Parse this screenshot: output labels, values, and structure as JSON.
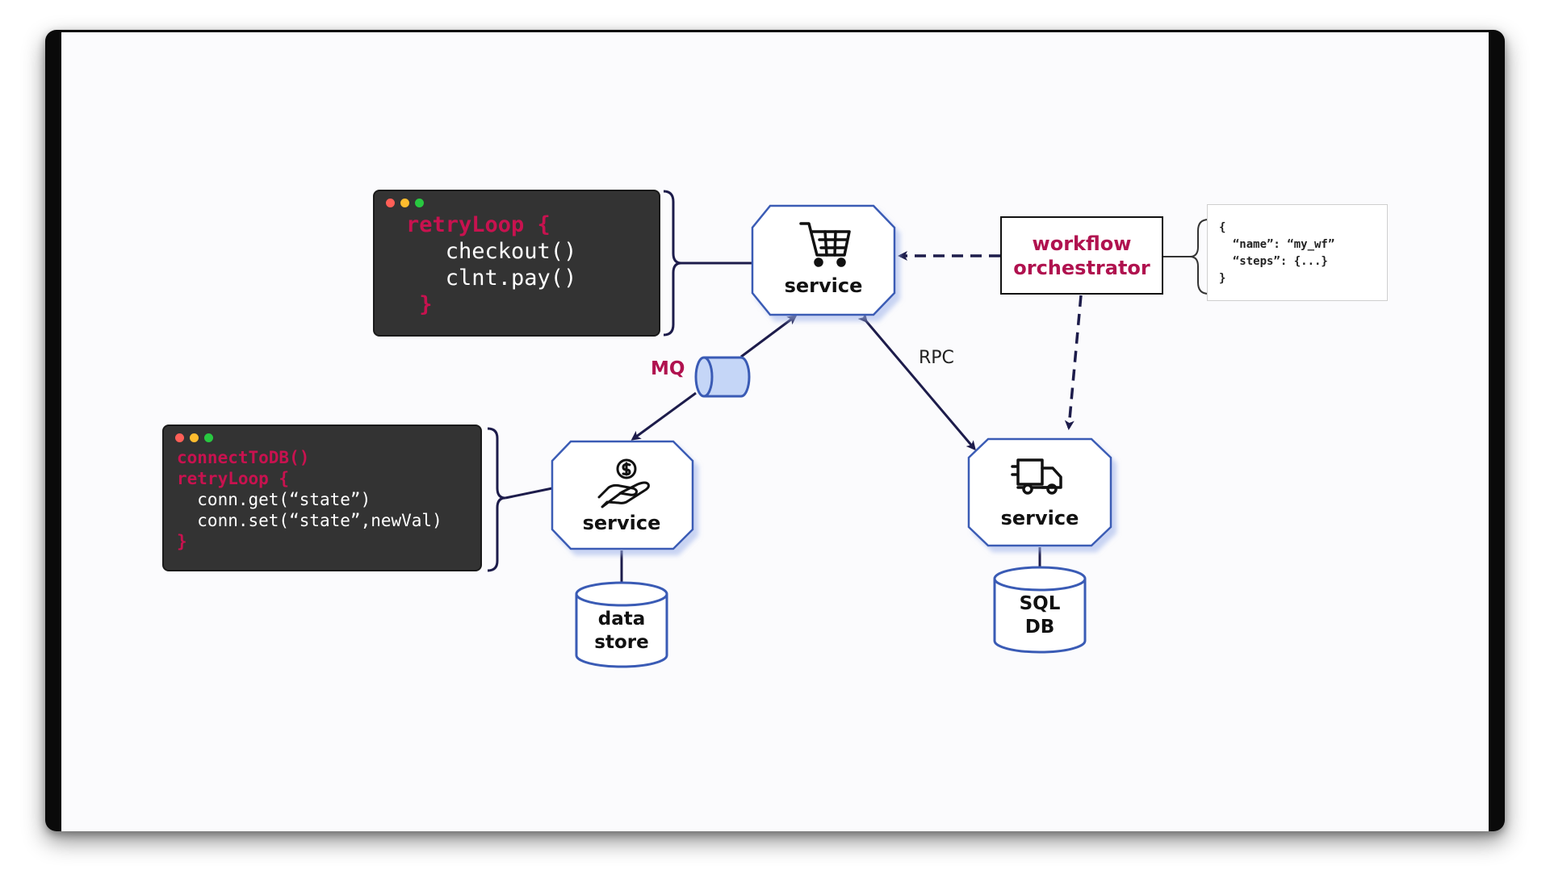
{
  "colors": {
    "accent": "#b0124f",
    "node_border": "#3a5bb5",
    "line": "#1d1c4b",
    "code_bg": "#333333",
    "queue_fill": "#c5d6f7"
  },
  "code_window_top": {
    "dots": [
      "#ff5f57",
      "#febc2e",
      "#28c840"
    ],
    "lines": [
      "retryLoop {",
      "   checkout()",
      "   clnt.pay()",
      " }"
    ]
  },
  "code_window_bottom": {
    "dots": [
      "#ff5f57",
      "#febc2e",
      "#28c840"
    ],
    "lines": [
      "connectToDB()",
      "retryLoop {",
      "  conn.get(“state”)",
      "  conn.set(“state”,newVal)",
      "}"
    ]
  },
  "nodes": {
    "cart_service": {
      "icon": "shopping-cart-icon",
      "label": "service"
    },
    "payment_service": {
      "icon": "hand-coin-icon",
      "label": "service"
    },
    "shipping_service": {
      "icon": "truck-icon",
      "label": "service"
    }
  },
  "stores": {
    "data_store": [
      "data",
      "store"
    ],
    "sql_db": [
      "SQL",
      "DB"
    ]
  },
  "queue": {
    "label": "MQ"
  },
  "rpc": {
    "label": "RPC"
  },
  "orchestrator": {
    "lines": [
      "workflow",
      "orchestrator"
    ]
  },
  "workflow_json": {
    "lines": [
      "{",
      "  “name”: “my_wf”",
      "  “steps”: {...}",
      "}"
    ]
  }
}
